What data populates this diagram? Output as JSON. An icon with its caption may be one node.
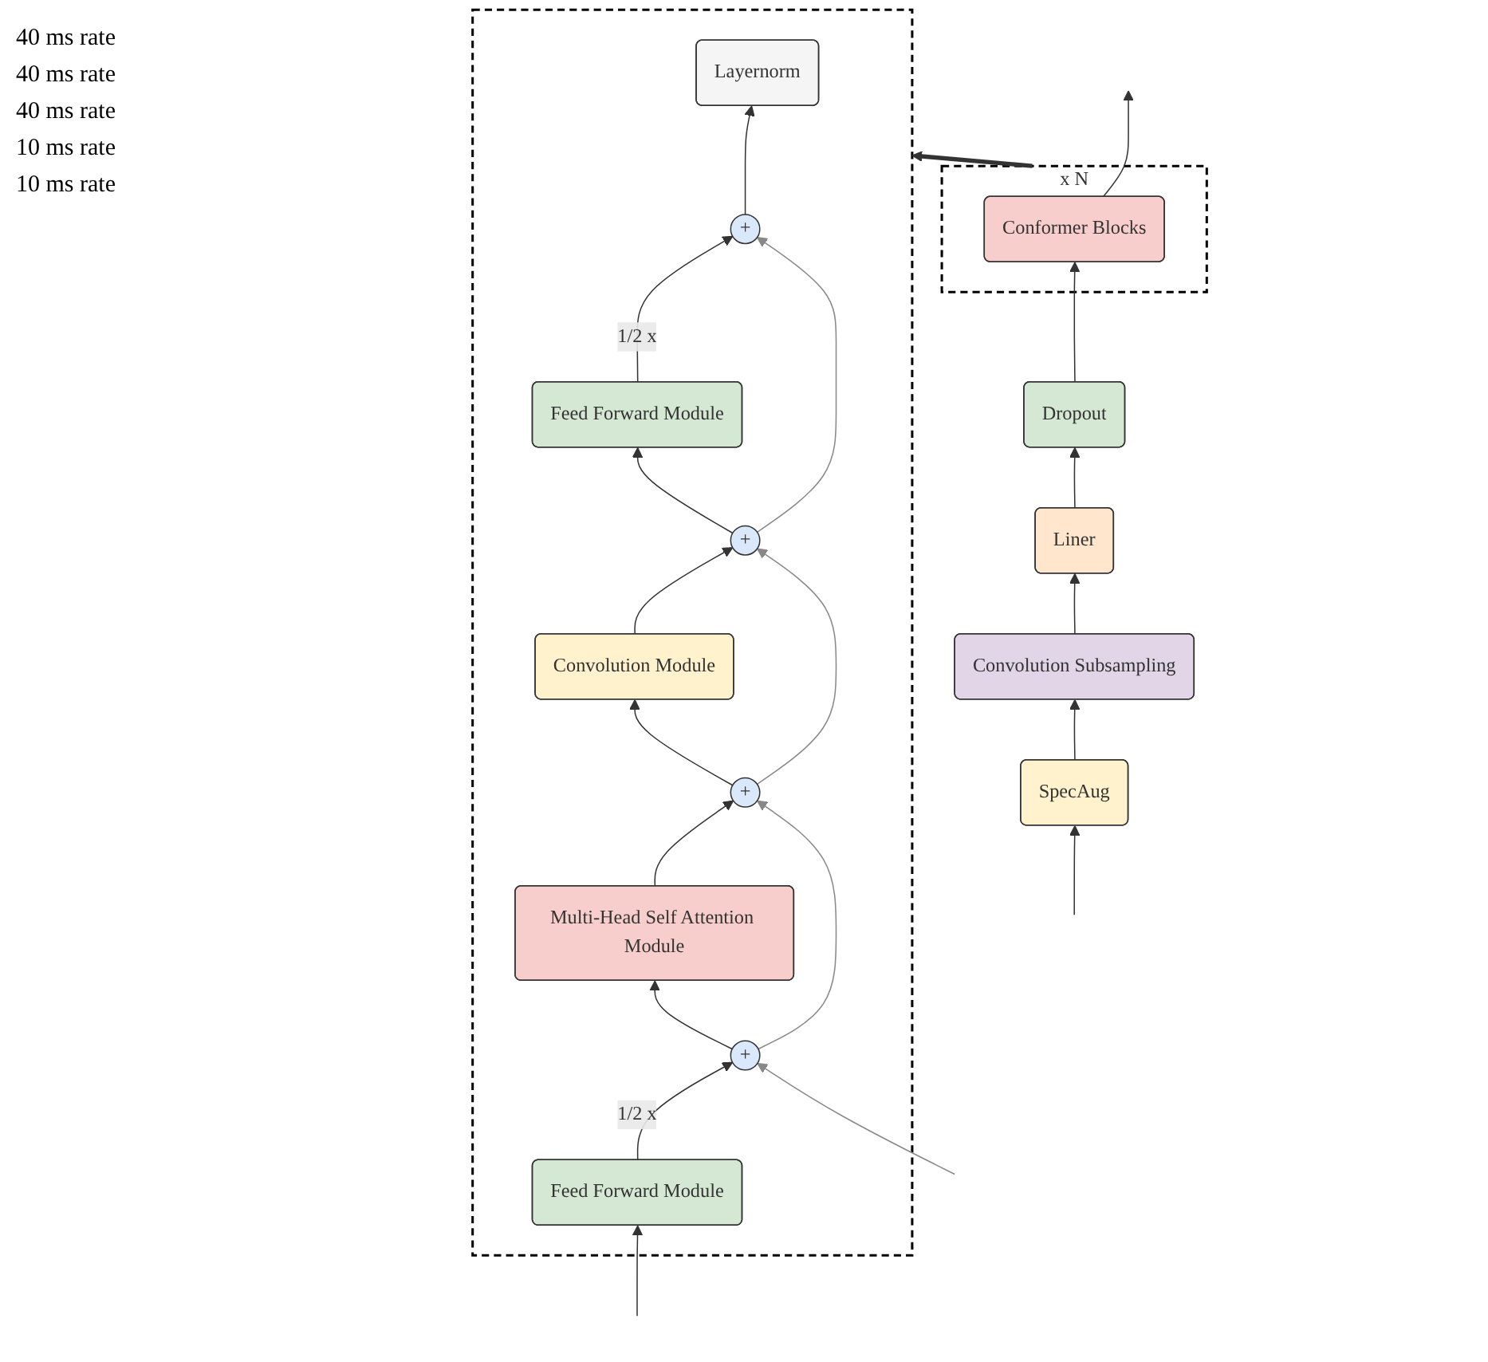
{
  "diagram": {
    "nodes": [
      {
        "text": [
          "x N"
        ]
      },
      {
        "text": [
          "Conformer Blocks"
        ],
        "in": 0
      },
      {
        "text": [
          "Dropout"
        ]
      },
      {
        "text": [
          "Liner"
        ]
      },
      {
        "text": [
          "Convolution Subsampling"
        ]
      },
      {
        "text": [
          "SpecAug"
        ]
      },
      {
        "text": [],
        "shape": "box"
      },
      {
        "text": [
          "Layernorm"
        ],
        "in": 6
      },
      {
        "text": [
          "+"
        ],
        "in": 6
      },
      {
        "text": [
          "Feed Forward Module"
        ],
        "in": 6
      },
      {
        "text": [
          "+"
        ],
        "in": 6
      },
      {
        "text": [
          "Convolution Module"
        ],
        "in": 6
      },
      {
        "text": [
          "+"
        ],
        "in": 6
      },
      {
        "text": [
          "Multi-Head Self Attention Module"
        ],
        "in": 6
      },
      {
        "text": [
          "+"
        ],
        "in": 6
      },
      {
        "text": [
          "Feed Forward Module"
        ],
        "in": 6
      }
    ],
    "edges": [
      {
        "from": null,
        "to": 5,
        "arrow": "to"
      },
      {
        "from": 5,
        "to": 4,
        "arrow": "to"
      },
      {
        "from": 4,
        "to": 3,
        "arrow": "to"
      },
      {
        "from": 3,
        "to": 2,
        "arrow": "to"
      },
      {
        "from": 2,
        "to": 1,
        "arrow": "to"
      },
      {
        "from": 1,
        "to": null,
        "arrow": "to"
      },
      {
        "from": 0,
        "to": 6,
        "arrow": "to",
        "style": "thick"
      },
      {
        "from": null,
        "to": 15,
        "arrow": "to"
      },
      {
        "from": 15,
        "to": 14,
        "arrow": "to",
        "label": "1/2 x"
      },
      {
        "from": null,
        "to": 14,
        "arrow": "to",
        "color": "#888888"
      },
      {
        "from": 14,
        "to": 13,
        "arrow": "to"
      },
      {
        "from": 13,
        "to": 12,
        "arrow": "to"
      },
      {
        "from": 14,
        "to": 12,
        "arrow": "to",
        "color": "#888888"
      },
      {
        "from": 12,
        "to": 11,
        "arrow": "to"
      },
      {
        "from": 11,
        "to": 10,
        "arrow": "to"
      },
      {
        "from": 12,
        "to": 10,
        "arrow": "to",
        "color": "#888888"
      },
      {
        "from": 10,
        "to": 9,
        "arrow": "to"
      },
      {
        "from": 9,
        "to": 8,
        "arrow": "to",
        "label": "1/2 x"
      },
      {
        "from": 10,
        "to": 8,
        "arrow": "to",
        "color": "#888888"
      },
      {
        "from": 8,
        "to": 7,
        "arrow": "to"
      }
    ],
    "labels": [
      "40 ms rate",
      "40 ms rate",
      "40 ms rate",
      "10 ms rate",
      "10 ms rate"
    ]
  }
}
